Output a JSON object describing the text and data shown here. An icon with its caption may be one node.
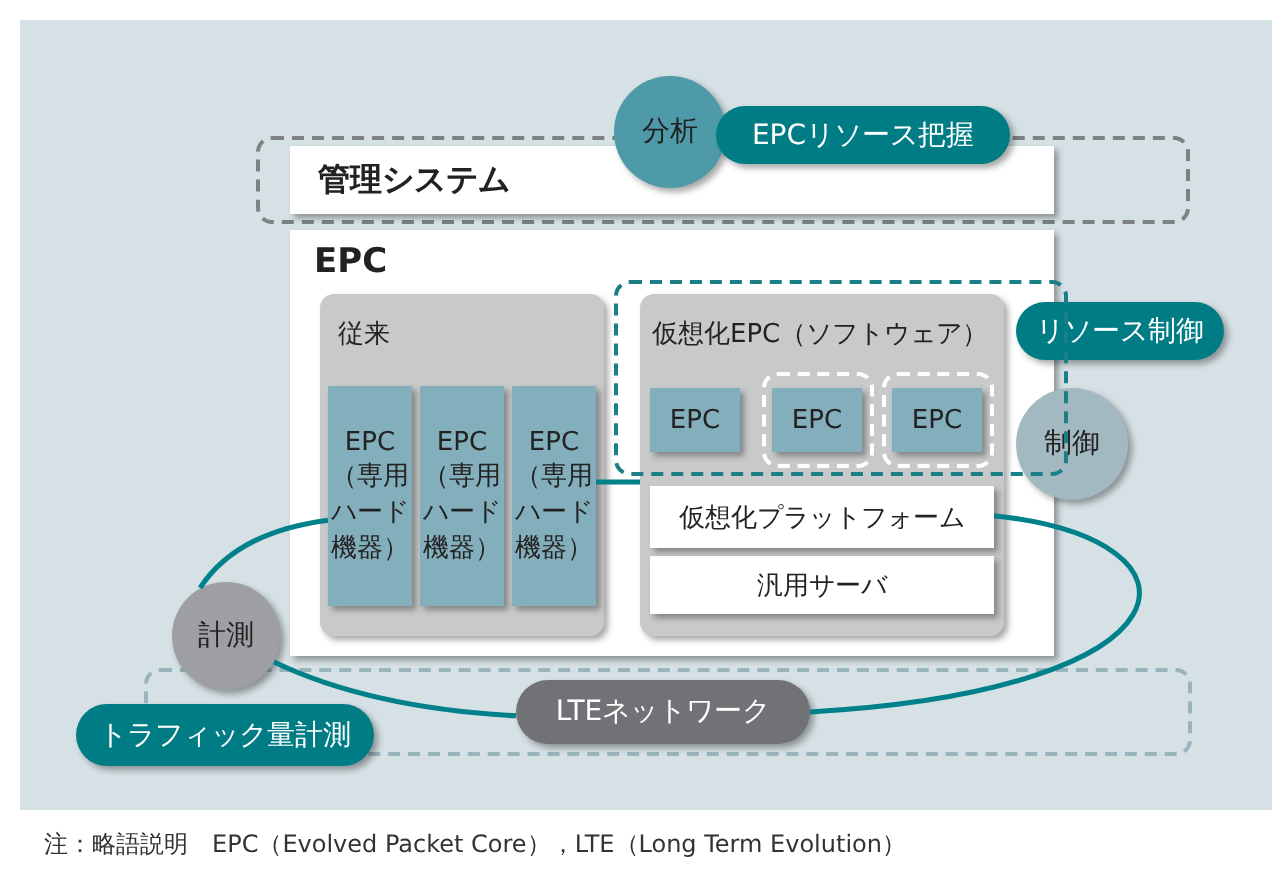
{
  "diagram": {
    "caption": "注：略語説明　EPC（Evolved Packet Core），LTE（Long Term Evolution）",
    "nodes": [
      {
        "text": [
          "管理システム"
        ]
      },
      {
        "text": [
          "EPC"
        ]
      },
      {
        "text": [
          "従来"
        ],
        "in": 1
      },
      {
        "text": [
          "EPC（専用ハード機器）"
        ],
        "in": 2
      },
      {
        "text": [
          "EPC（専用ハード機器）"
        ],
        "in": 2
      },
      {
        "text": [
          "EPC（専用ハード機器）"
        ],
        "in": 2
      },
      {
        "text": [
          "仮想化EPC（ソフトウェア）"
        ],
        "in": 1
      },
      {
        "text": [
          "EPC"
        ],
        "in": 6
      },
      {
        "text": [
          "EPC"
        ],
        "in": 6
      },
      {
        "text": [
          "EPC"
        ],
        "in": 6
      },
      {
        "text": [
          "仮想化プラットフォーム"
        ],
        "in": 6
      },
      {
        "text": [
          "汎用サーバ"
        ],
        "in": 6
      },
      {
        "text": [
          "分析"
        ]
      },
      {
        "text": [
          "EPCリソース把握"
        ]
      },
      {
        "text": [
          "リソース制御"
        ]
      },
      {
        "text": [
          "制御"
        ]
      },
      {
        "text": [
          "計測"
        ]
      },
      {
        "text": [
          "トラフィック量計測"
        ]
      },
      {
        "text": [
          "LTEネットワーク"
        ]
      }
    ],
    "edges": [
      {
        "from": 16,
        "to": 3,
        "arrow": "none"
      },
      {
        "from": 5,
        "to": 6,
        "arrow": "none"
      },
      {
        "from": 10,
        "to": 18,
        "arrow": "none"
      },
      {
        "from": 18,
        "to": 16,
        "arrow": "none"
      }
    ]
  }
}
